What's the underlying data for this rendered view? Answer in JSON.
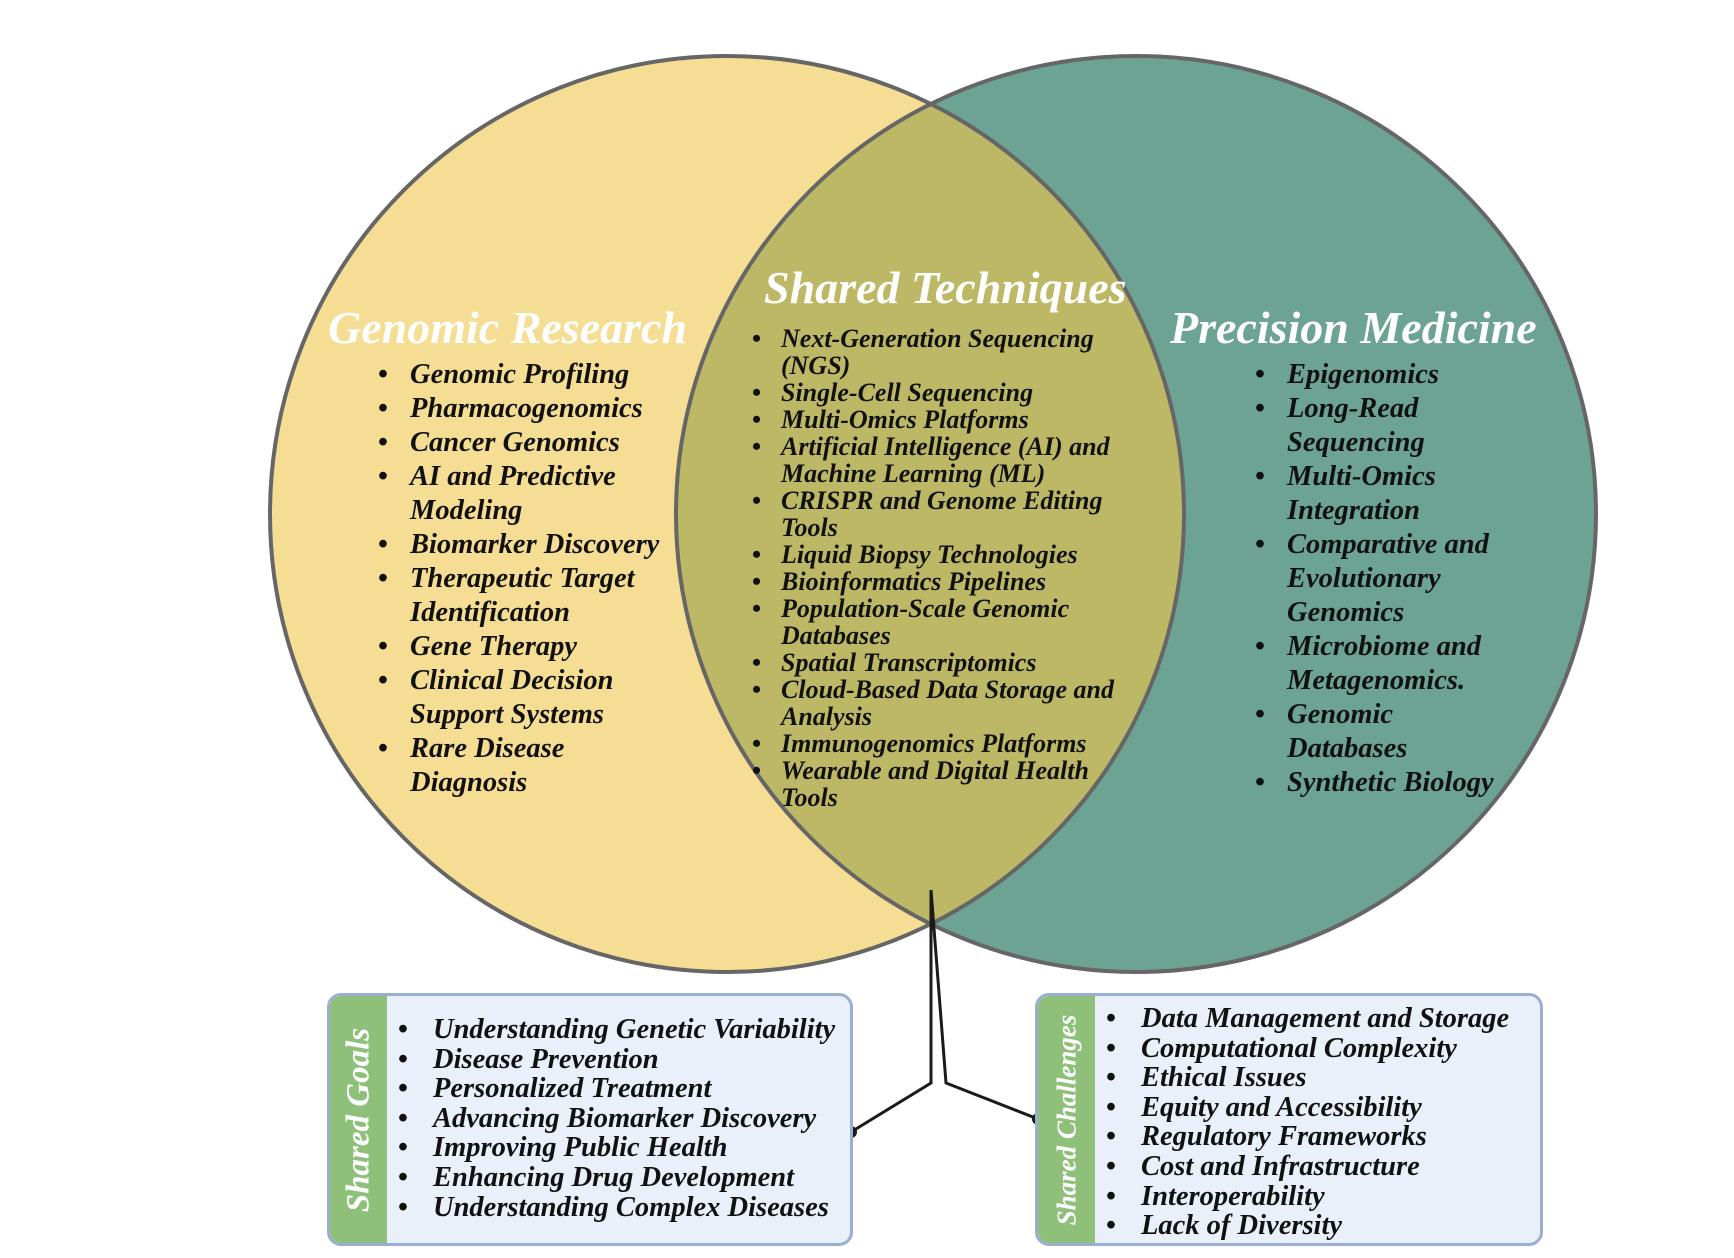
{
  "colors": {
    "genomic_circle": "#f5dd94",
    "precision_circle": "#6ca393",
    "overlap": "#bdb866",
    "circle_stroke": "#666666",
    "box_border": "#9aaed1",
    "box_fill": "#e9f0f9",
    "tab_fill": "#8ec07a"
  },
  "genomic_research": {
    "title": "Genomic Research",
    "items": [
      "Genomic Profiling",
      "Pharmacogenomics",
      "Cancer Genomics",
      "AI and Predictive Modeling",
      "Biomarker Discovery",
      "Therapeutic Target Identification",
      "Gene Therapy",
      "Clinical Decision Support Systems",
      "Rare Disease Diagnosis"
    ]
  },
  "shared_techniques": {
    "title": "Shared Techniques",
    "items": [
      "Next-Generation Sequencing (NGS)",
      "Single-Cell Sequencing",
      "Multi-Omics Platforms",
      "Artificial Intelligence (AI) and Machine Learning (ML)",
      "CRISPR and Genome Editing Tools",
      "Liquid Biopsy Technologies",
      "Bioinformatics Pipelines",
      "Population-Scale Genomic Databases",
      "Spatial Transcriptomics",
      "Cloud-Based Data Storage and Analysis",
      "Immunogenomics Platforms",
      "Wearable and Digital Health Tools"
    ]
  },
  "precision_medicine": {
    "title": "Precision Medicine",
    "items": [
      "Epigenomics",
      "Long-Read Sequencing",
      "Multi-Omics Integration",
      "Comparative and Evolutionary Genomics",
      "Microbiome and Metagenomics.",
      "Genomic Databases",
      "Synthetic Biology"
    ]
  },
  "shared_goals": {
    "label": "Shared Goals",
    "items": [
      "Understanding Genetic Variability",
      "Disease Prevention",
      "Personalized Treatment",
      "Advancing Biomarker Discovery",
      "Improving Public Health",
      "Enhancing Drug Development",
      "Understanding Complex Diseases"
    ]
  },
  "shared_challenges": {
    "label": "Shared Challenges",
    "items": [
      "Data Management and Storage",
      "Computational Complexity",
      "Ethical Issues",
      "Equity and Accessibility",
      "Regulatory Frameworks",
      "Cost and Infrastructure",
      "Interoperability",
      "Lack of Diversity"
    ]
  }
}
